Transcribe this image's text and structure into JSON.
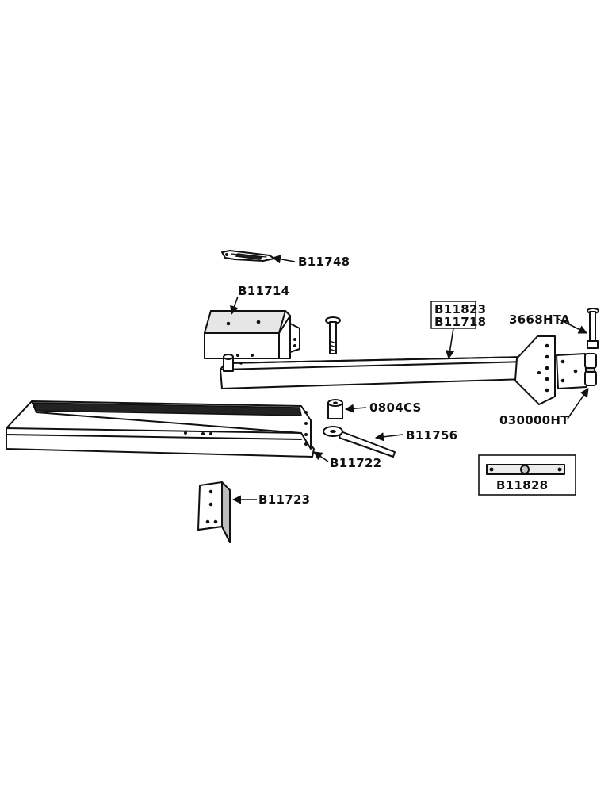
{
  "parts": {
    "b11748": "B11748",
    "b11714": "B11714",
    "b11823": "B11823",
    "b11718": "B11718",
    "hta3668": "3668HTA",
    "ht030000": "030000HT",
    "cs0804": "0804CS",
    "b11756": "B11756",
    "b11722": "B11722",
    "b11723": "B11723",
    "b11828": "B11828"
  }
}
